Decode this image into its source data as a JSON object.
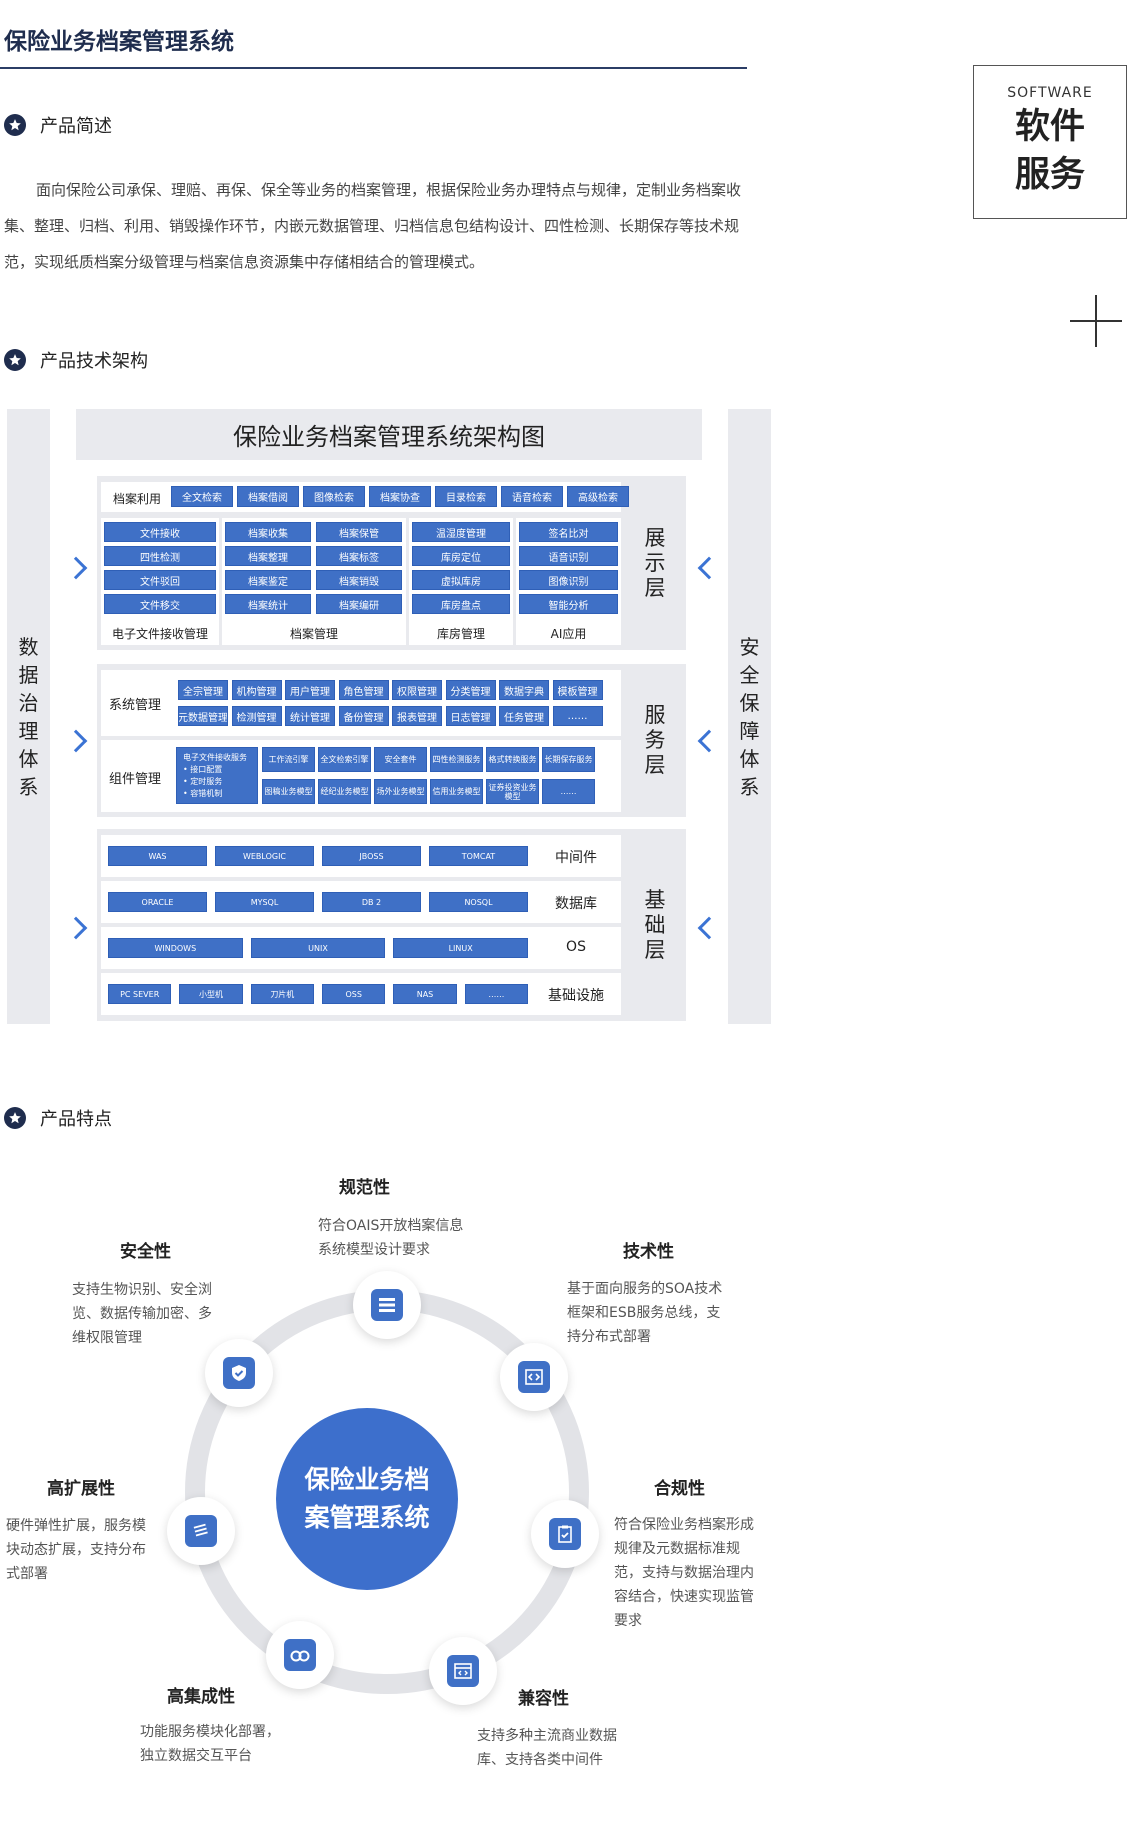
{
  "header": {
    "title": "保险业务档案管理系统"
  },
  "badge": {
    "en": "SOFTWARE",
    "cn_line1": "软件",
    "cn_line2": "服务"
  },
  "sections": {
    "intro": "产品简述",
    "arch": "产品技术架构",
    "features": "产品特点"
  },
  "intro_text": "面向保险公司承保、理赔、再保、保全等业务的档案管理，根据保险业务办理特点与规律，定制业务档案收集、整理、归档、利用、销毁操作环节，内嵌元数据管理、归档信息包结构设计、四性检测、长期保存等技术规范，实现纸质档案分级管理与档案信息资源集中存储相结合的管理模式。",
  "arch": {
    "title": "保险业务档案管理系统架构图",
    "left_col": [
      "数",
      "据",
      "治",
      "理",
      "体",
      "系"
    ],
    "right_col": [
      "安",
      "全",
      "保",
      "障",
      "体",
      "系"
    ],
    "layers": {
      "display": [
        "展",
        "示",
        "层"
      ],
      "service": [
        "服",
        "务",
        "层"
      ],
      "base": [
        "基",
        "础",
        "层"
      ]
    },
    "use_label": "档案利用",
    "use_items": [
      "全文检索",
      "档案借阅",
      "图像检索",
      "档案协查",
      "目录检索",
      "语音检索",
      "高级检索"
    ],
    "recv_items": [
      "文件接收",
      "四性检测",
      "文件驳回",
      "文件移交"
    ],
    "recv_label": "电子文件接收管理",
    "mgmt_col1": [
      "档案收集",
      "档案整理",
      "档案鉴定",
      "档案统计"
    ],
    "mgmt_col2": [
      "档案保管",
      "档案标签",
      "档案销毁",
      "档案编研"
    ],
    "mgmt_label": "档案管理",
    "store_items": [
      "温湿度管理",
      "库房定位",
      "虚拟库房",
      "库房盘点"
    ],
    "store_label": "库房管理",
    "ai_items": [
      "签名比对",
      "语音识别",
      "图像识别",
      "智能分析"
    ],
    "ai_label": "AI应用",
    "sys_label": "系统管理",
    "sys_row1": [
      "全宗管理",
      "机构管理",
      "用户管理",
      "角色管理",
      "权限管理",
      "分类管理",
      "数据字典",
      "模板管理"
    ],
    "sys_row2": [
      "元数据管理",
      "检测管理",
      "统计管理",
      "备份管理",
      "报表管理",
      "日志管理",
      "任务管理",
      "……"
    ],
    "comp_label": "组件管理",
    "comp_first": [
      "电子文件接收服务",
      "• 接口配置",
      "• 定时服务",
      "• 容错机制"
    ],
    "comp_row1": [
      "工作流引擎",
      "全文检索引擎",
      "安全套件",
      "四性检测服务",
      "格式转换服务",
      "长期保存服务"
    ],
    "comp_row2": [
      "图稿业务模型",
      "经纪业务模型",
      "场外业务模型",
      "信用业务模型",
      "证券投资业务模型",
      "……"
    ],
    "mw_items": [
      "WAS",
      "WEBLOGIC",
      "JBOSS",
      "TOMCAT"
    ],
    "mw_label": "中间件",
    "db_items": [
      "ORACLE",
      "MYSQL",
      "DB 2",
      "NOSQL"
    ],
    "db_label": "数据库",
    "os_items": [
      "WINDOWS",
      "UNIX",
      "LINUX"
    ],
    "os_label": "OS",
    "infra_items": [
      "PC SEVER",
      "小型机",
      "刀片机",
      "OSS",
      "NAS",
      "……"
    ],
    "infra_label": "基础设施"
  },
  "features": {
    "center_line1": "保险业务档",
    "center_line2": "案管理系统",
    "items": [
      {
        "title": "规范性",
        "desc": [
          "符合OAIS开放档案信息",
          "系统模型设计要求"
        ],
        "icon": "server-icon"
      },
      {
        "title": "技术性",
        "desc": [
          "基于面向服务的SOA技术",
          "框架和ESB服务总线，支",
          "持分布式部署"
        ],
        "icon": "code-icon"
      },
      {
        "title": "合规性",
        "desc": [
          "符合保险业务档案形成",
          "规律及元数据标准规",
          "范，支持与数据治理内",
          "容结合，快速实现监管",
          "要求"
        ],
        "icon": "clipboard-check-icon"
      },
      {
        "title": "兼容性",
        "desc": [
          "支持多种主流商业数据",
          "库、支持各类中间件"
        ],
        "icon": "browser-code-icon"
      },
      {
        "title": "高集成性",
        "desc": [
          "功能服务模块化部署，",
          "独立数据交互平台"
        ],
        "icon": "link-icon"
      },
      {
        "title": "高扩展性",
        "desc": [
          "硬件弹性扩展，服务模",
          "块动态扩展，支持分布",
          "式部署"
        ],
        "icon": "layers-icon"
      },
      {
        "title": "安全性",
        "desc": [
          "支持生物识别、安全浏",
          "览、数据传输加密、多",
          "维权限管理"
        ],
        "icon": "shield-check-icon"
      }
    ]
  }
}
